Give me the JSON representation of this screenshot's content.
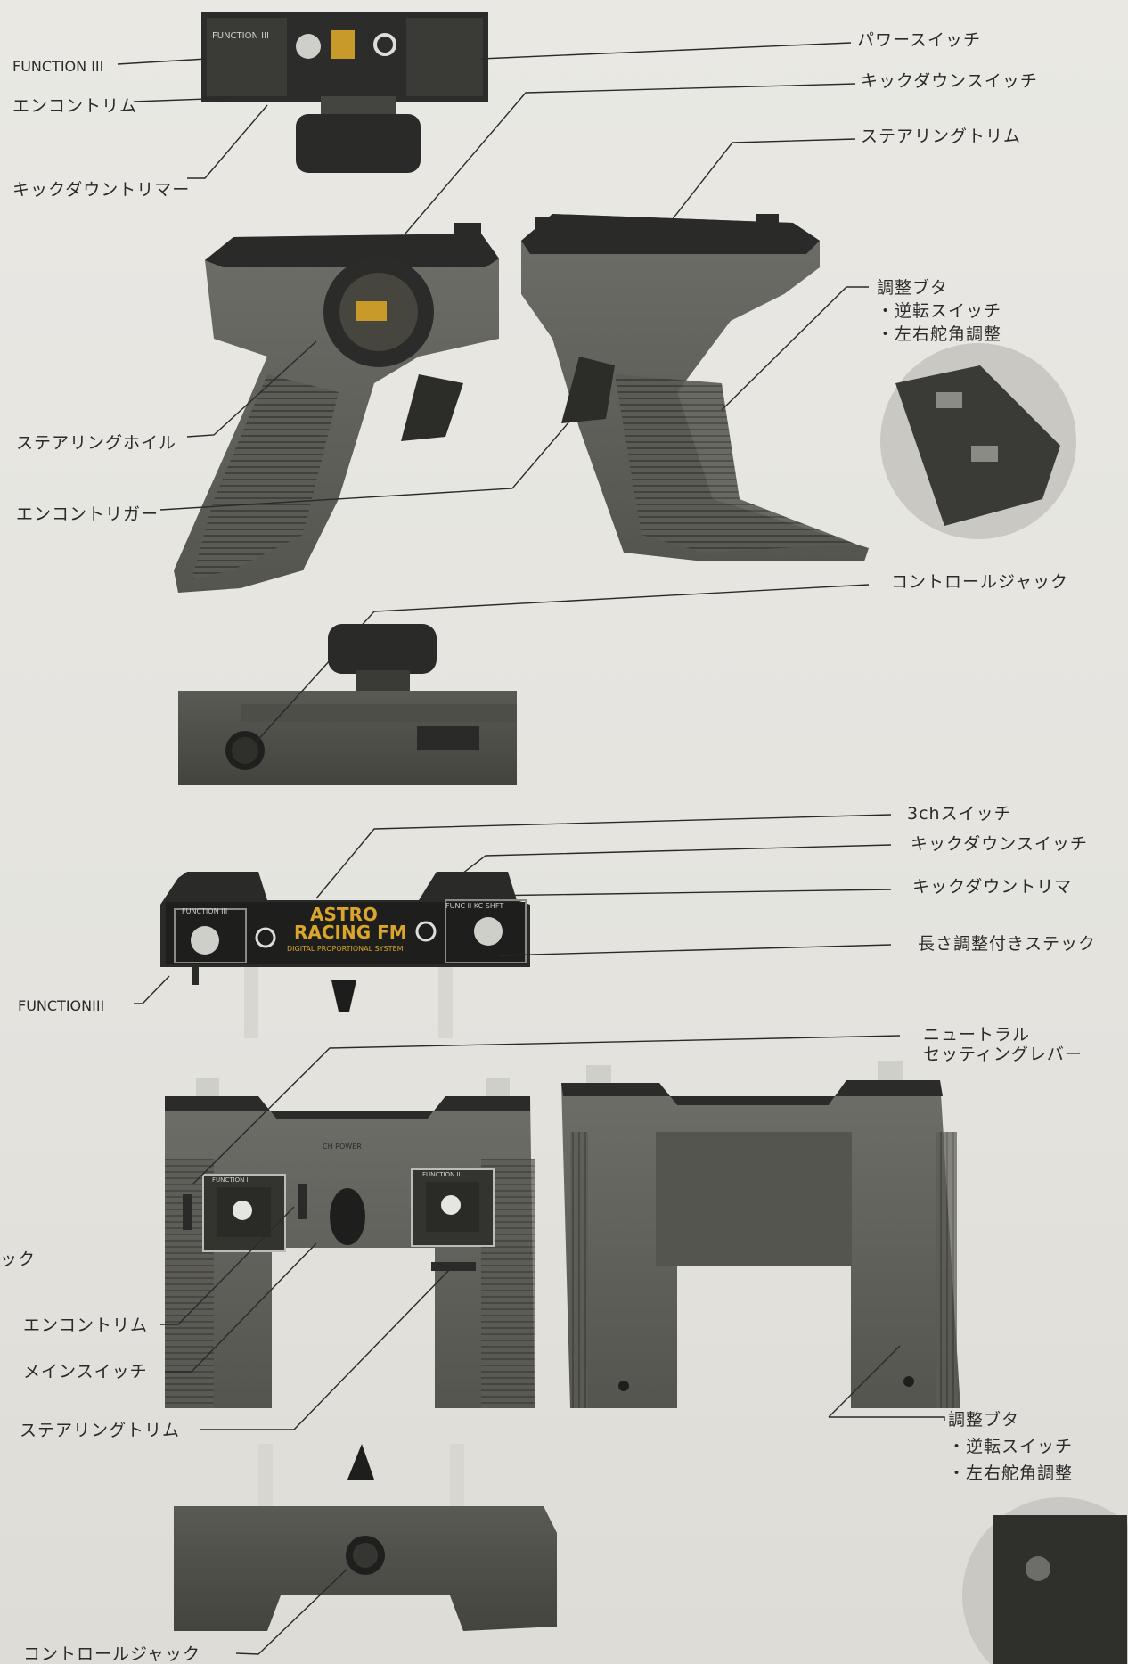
{
  "upper_controller": {
    "top_unit": {
      "function3": "FUNCTION III",
      "engine_trim": "エンコントリム",
      "kickdown_trimmer": "キックダウントリマー",
      "power_switch": "パワースイッチ",
      "kickdown_switch": "キックダウンスイッチ",
      "steering_trim": "ステアリングトリム"
    },
    "grips": {
      "steering_wheel": "ステアリングホイル",
      "engine_trigger": "エンコントリガー",
      "adjust_cover_title": "調整ブタ",
      "adjust_cover_items": [
        "・逆転スイッチ",
        "・左右舵角調整"
      ]
    },
    "bottom_unit": {
      "control_jack": "コントロールジャック"
    }
  },
  "lower_controller": {
    "top_unit": {
      "ch3_switch": "3chスイッチ",
      "kickdown_switch": "キックダウンスイッチ",
      "kickdown_trimmer": "キックダウントリマ",
      "length_adjust_stick": "長さ調整付きステック",
      "function3": "FUNCTIONIII",
      "neutral_lever_lines": [
        "ニュートラル",
        "セッティングレバー"
      ]
    },
    "faces": {
      "partial_left": "ック",
      "engine_trim": "エンコントリム",
      "main_switch": "メインスイッチ",
      "steering_trim": "ステアリングトリム",
      "adjust_cover_title": "調整ブタ",
      "adjust_cover_items": [
        "・逆転スイッチ",
        "・左右舵角調整"
      ]
    },
    "bottom_unit": {
      "control_jack": "コントロールジャック"
    }
  },
  "panel_print": {
    "brand_line1": "ASTRO",
    "brand_line2": "RACING FM",
    "sub": "DIGITAL PROPORTIONAL SYSTEM",
    "function3": "FUNCTION III",
    "function1": "FUNCTION I",
    "function2": "FUNCTION II",
    "ch_power": "CH POWER",
    "func_label": "FUNC II  KC  SHFT"
  }
}
